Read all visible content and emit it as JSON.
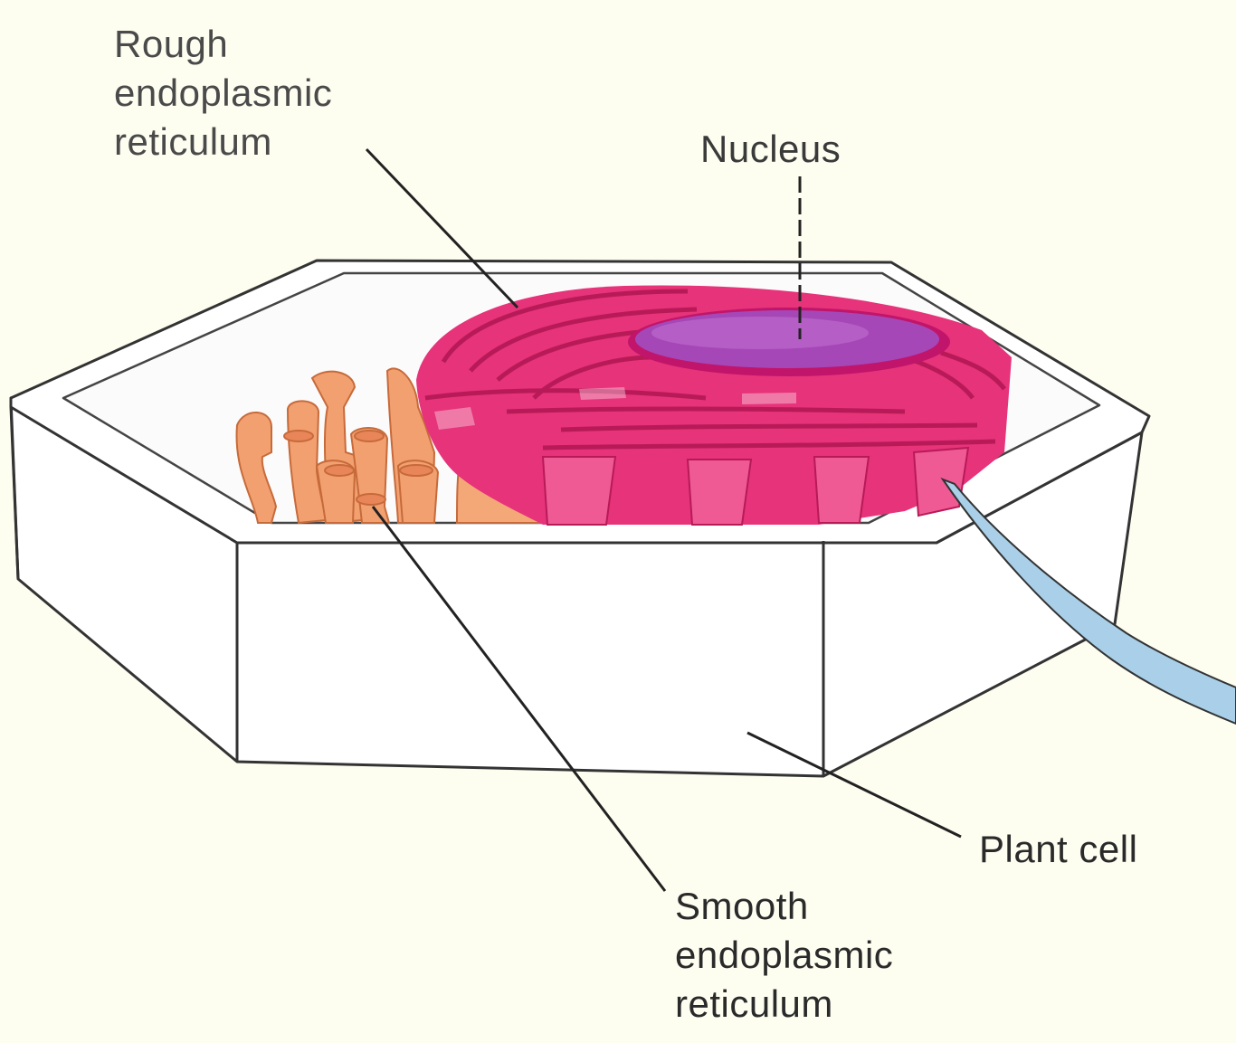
{
  "labels": {
    "rough_er": [
      "Rough",
      "endoplasmic",
      "reticulum"
    ],
    "nucleus": "Nucleus",
    "plant_cell": "Plant cell",
    "smooth_er": [
      "Smooth",
      "endoplasmic",
      "reticulum"
    ]
  },
  "colors": {
    "background": "#fdfdf0",
    "rough_er": "#e6337a",
    "rough_er_dark": "#c01a5c",
    "smooth_er": "#f2a070",
    "nucleus": "#a647b8",
    "vacuole_pointer": "#a9d0e8"
  }
}
